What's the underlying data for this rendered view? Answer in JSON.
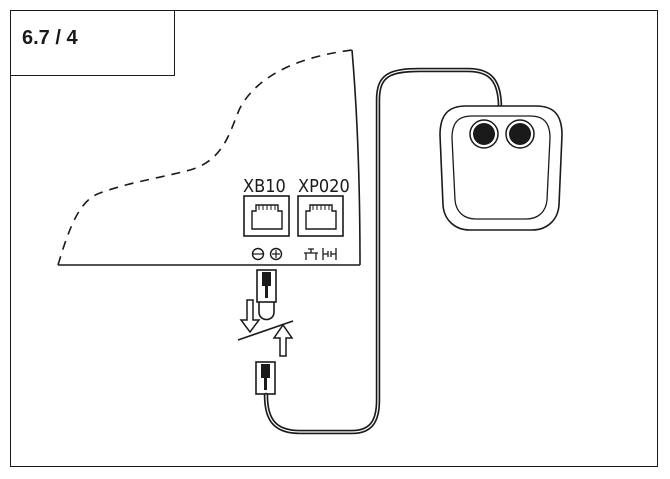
{
  "figure": {
    "label": "6.7 / 4"
  },
  "ports": [
    {
      "id": "xb10",
      "label": "XB10"
    },
    {
      "id": "xp020",
      "label": "XP020"
    }
  ],
  "colors": {
    "line": "#1a1a1a",
    "background": "#ffffff"
  }
}
